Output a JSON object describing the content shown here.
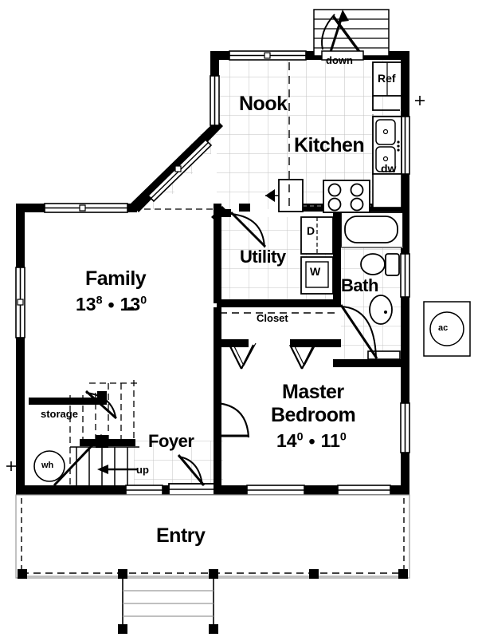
{
  "document": {
    "type": "architectural-floor-plan",
    "level": "main-floor"
  },
  "rooms": [
    {
      "id": "nook",
      "name": "Nook"
    },
    {
      "id": "kitchen",
      "name": "Kitchen"
    },
    {
      "id": "family",
      "name": "Family",
      "dim_w": "13",
      "dim_w_sup": "8",
      "dim_sep": "•",
      "dim_h": "13",
      "dim_h_sup": "0"
    },
    {
      "id": "utility",
      "name": "Utility"
    },
    {
      "id": "bath",
      "name": "Bath"
    },
    {
      "id": "master",
      "name_line1": "Master",
      "name_line2": "Bedroom",
      "dim_w": "14",
      "dim_w_sup": "0",
      "dim_sep": "•",
      "dim_h": "11",
      "dim_h_sup": "0"
    },
    {
      "id": "foyer",
      "name": "Foyer"
    },
    {
      "id": "entry",
      "name": "Entry"
    },
    {
      "id": "closet",
      "name": "Closet"
    },
    {
      "id": "storage",
      "name": "storage"
    }
  ],
  "labels": {
    "nook": "Nook",
    "kitchen": "Kitchen",
    "family": "Family",
    "family_dim_a": "13",
    "family_dim_a_sup": "8",
    "family_dim_dot": "•",
    "family_dim_b": "13",
    "family_dim_b_sup": "0",
    "utility": "Utility",
    "bath": "Bath",
    "master_1": "Master",
    "master_2": "Bedroom",
    "master_dim_a": "14",
    "master_dim_a_sup": "0",
    "master_dim_dot": "•",
    "master_dim_b": "11",
    "master_dim_b_sup": "0",
    "foyer": "Foyer",
    "entry": "Entry",
    "closet": "Closet",
    "storage": "storage",
    "stair_down": "down",
    "stair_up": "up",
    "refrigerator": "Ref",
    "dishwasher": "dw",
    "dryer": "D",
    "washer": "W",
    "water_heater": "wh",
    "air_conditioner": "ac"
  },
  "fixtures": [
    {
      "name": "refrigerator",
      "label": "Ref"
    },
    {
      "name": "kitchen-sink",
      "label": ""
    },
    {
      "name": "dishwasher",
      "label": "dw"
    },
    {
      "name": "cooktop",
      "label": ""
    },
    {
      "name": "dryer",
      "label": "D"
    },
    {
      "name": "washer",
      "label": "W"
    },
    {
      "name": "bathtub",
      "label": ""
    },
    {
      "name": "toilet",
      "label": ""
    },
    {
      "name": "vanity-sink",
      "label": ""
    },
    {
      "name": "water-heater",
      "label": "wh"
    },
    {
      "name": "ac-condenser",
      "label": "ac"
    }
  ],
  "colors": {
    "wall": "#000000",
    "background": "#ffffff",
    "grid": "#b9b9b9",
    "line": "#000000"
  }
}
